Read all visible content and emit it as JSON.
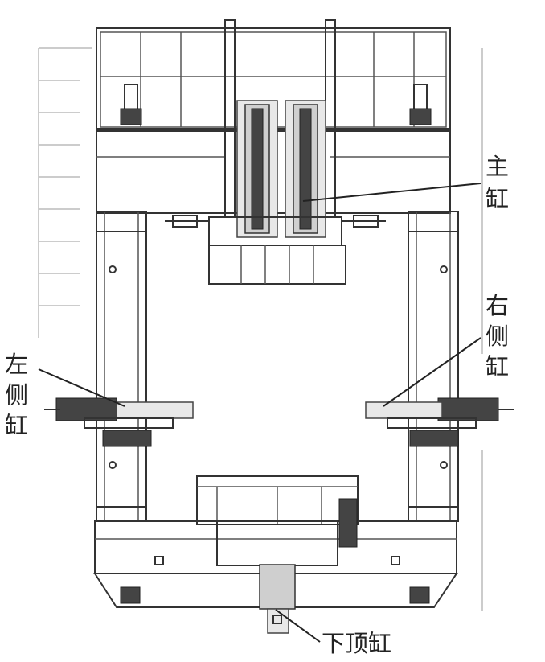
{
  "labels": {
    "main_cylinder": [
      "主",
      "缸"
    ],
    "right_side_cylinder": [
      "右",
      "侧",
      "缸"
    ],
    "left_side_cylinder": [
      "左",
      "侧",
      "缸"
    ],
    "bottom_cylinder": "下顶缸"
  }
}
